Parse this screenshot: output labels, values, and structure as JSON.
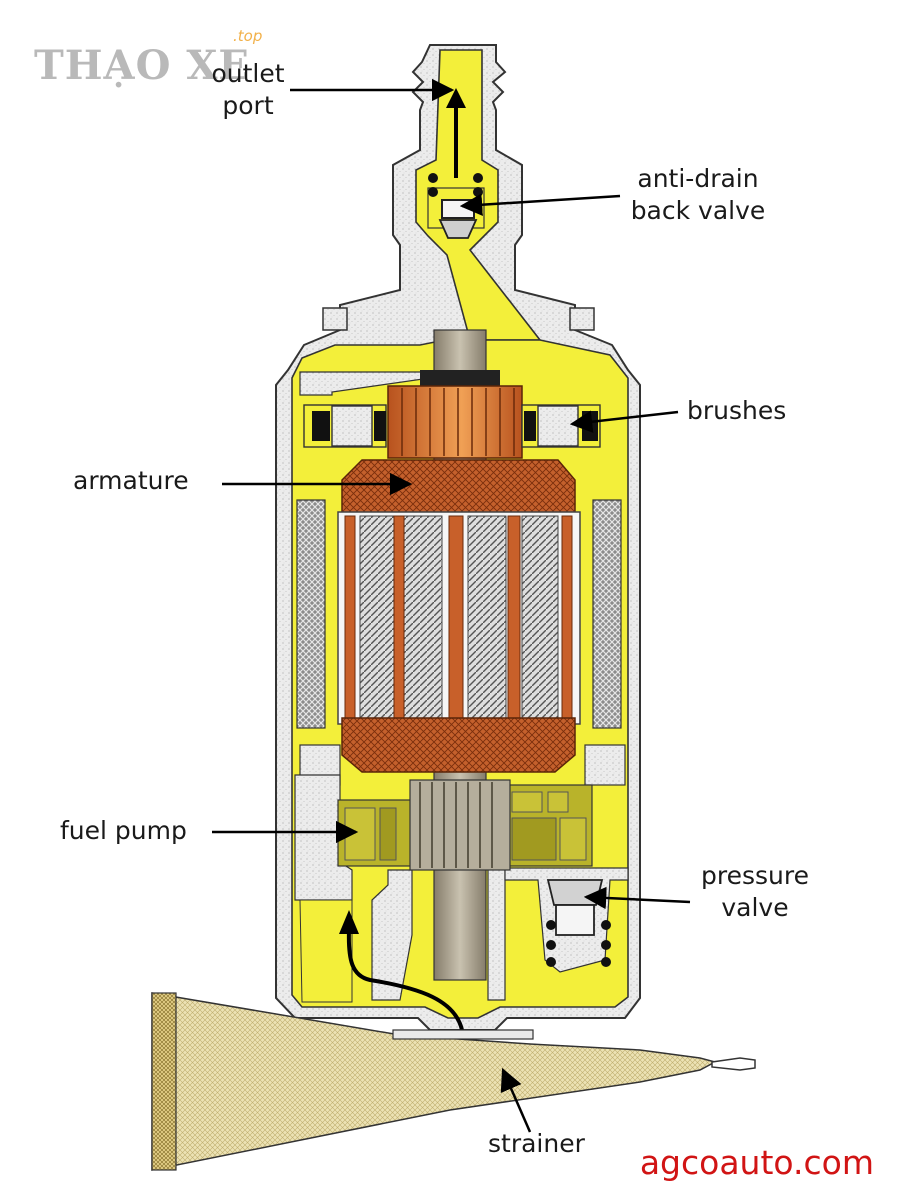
{
  "watermark": {
    "text": "THẠO XE",
    "suffix": ".top"
  },
  "labels": {
    "outlet_port": [
      "outlet",
      "port"
    ],
    "anti_drain": [
      "anti-drain",
      "back valve"
    ],
    "brushes": "brushes",
    "armature": "armature",
    "fuel_pump": "fuel pump",
    "pressure_valve": [
      "pressure",
      "valve"
    ],
    "strainer": "strainer"
  },
  "credit": "agcoauto.com",
  "colors": {
    "fuel": "#f3ef3a",
    "housing": "#e9e9e9",
    "copper": "#c8602a",
    "shaft": "#a8a08e",
    "pump_gear": "#b9b32a",
    "strainer": "#ece2b4",
    "credit": "#d11414"
  }
}
